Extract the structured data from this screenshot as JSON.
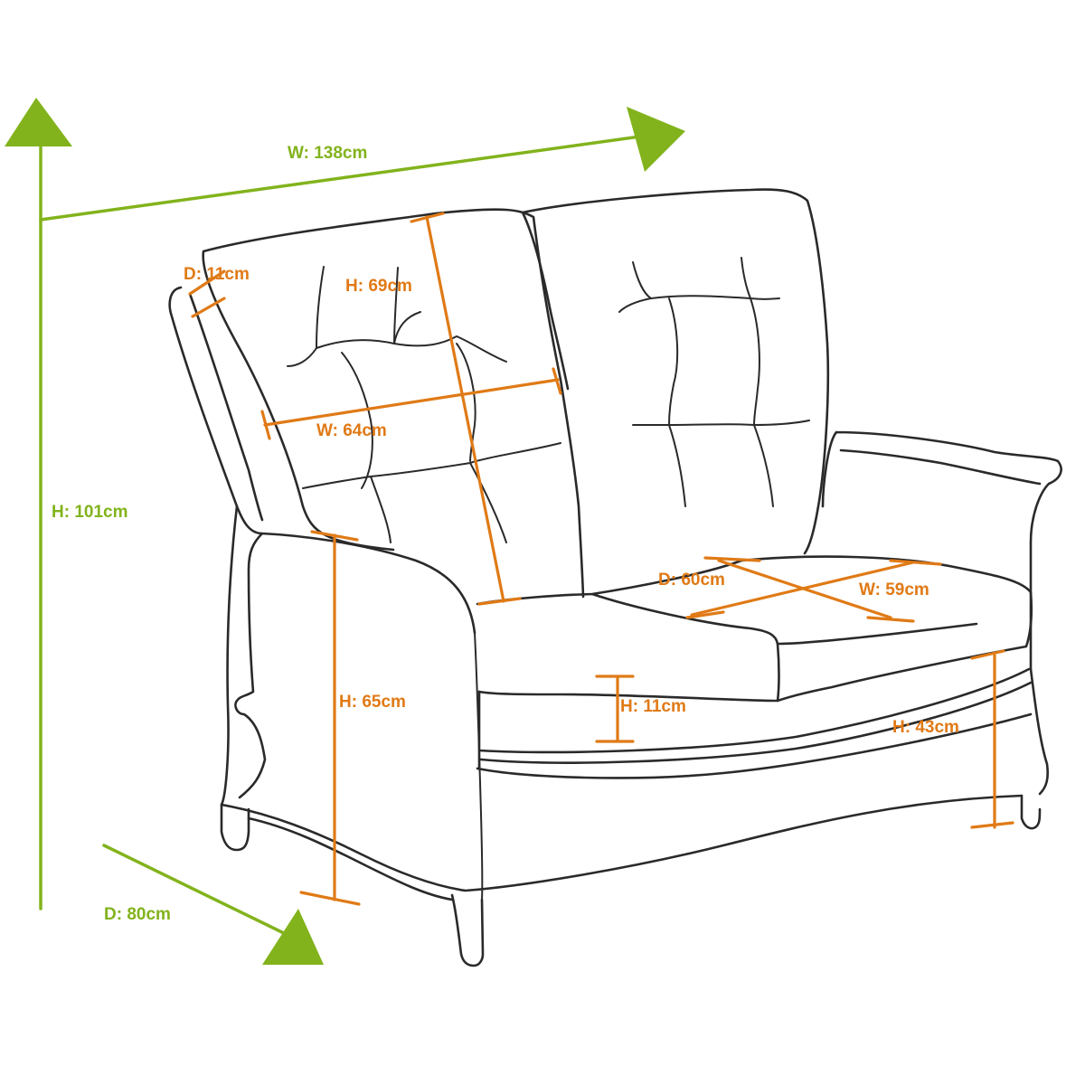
{
  "colors": {
    "overall_dimension": "#82b31c",
    "detail_dimension": "#e07a16",
    "outline": "#2a2a2a",
    "background": "#ffffff"
  },
  "overall": {
    "width": "W: 138cm",
    "height": "H: 101cm",
    "depth": "D: 80cm"
  },
  "details": {
    "back_cushion_depth": "D: 11cm",
    "back_cushion_height": "H: 69cm",
    "back_cushion_width": "W: 64cm",
    "seat_depth": "D: 60cm",
    "seat_width": "W: 59cm",
    "arm_height": "H: 65cm",
    "seat_cushion_height": "H: 11cm",
    "seat_height": "H: 43cm"
  },
  "icons": [
    "arrow-up-icon",
    "arrow-right-icon",
    "arrow-down-right-icon"
  ]
}
